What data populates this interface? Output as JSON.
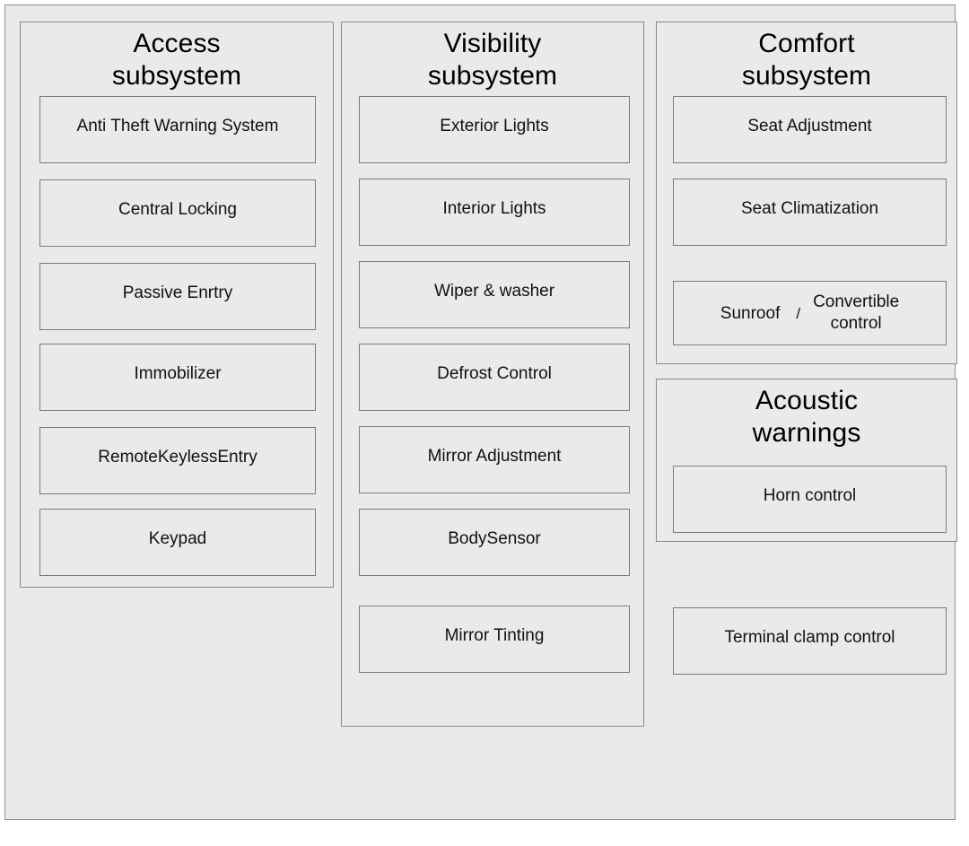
{
  "diagram": {
    "outer_frame_name": "body-electronics-overview",
    "background_color": "#eaeaea",
    "border_color": "#8a8a8a",
    "text_color": "#111111"
  },
  "panels": [
    {
      "id": "access",
      "title_line1": "Access",
      "title_line2": "subsystem",
      "items": [
        {
          "label": "Anti Theft Warning System"
        },
        {
          "label": "Central Locking"
        },
        {
          "label": "Passive Enrtry"
        },
        {
          "label": "Immobilizer"
        },
        {
          "label": "RemoteKeylessEntry"
        },
        {
          "label": "Keypad"
        }
      ]
    },
    {
      "id": "visibility",
      "title_line1": "Visibility",
      "title_line2": "subsystem",
      "items": [
        {
          "label": "Exterior Lights"
        },
        {
          "label": "Interior Lights"
        },
        {
          "label": "Wiper &  washer"
        },
        {
          "label": "Defrost Control"
        },
        {
          "label": "Mirror Adjustment"
        },
        {
          "label": "BodySensor"
        },
        {
          "label": "Mirror Tinting"
        }
      ]
    },
    {
      "id": "comfort",
      "title_line1": "Comfort",
      "title_line2": "subsystem",
      "items": [
        {
          "label": "Seat Adjustment"
        },
        {
          "label": "Seat Climatization"
        }
      ],
      "split_item": {
        "left": "Sunroof",
        "separator": "/",
        "right_line1": "Convertible",
        "right_line2": "control"
      }
    },
    {
      "id": "acoustic",
      "title_line1": "Acoustic",
      "title_line2": "warnings",
      "items": [
        {
          "label": "Horn control"
        }
      ]
    }
  ],
  "standalone": [
    {
      "label": "Terminal clamp control"
    }
  ]
}
